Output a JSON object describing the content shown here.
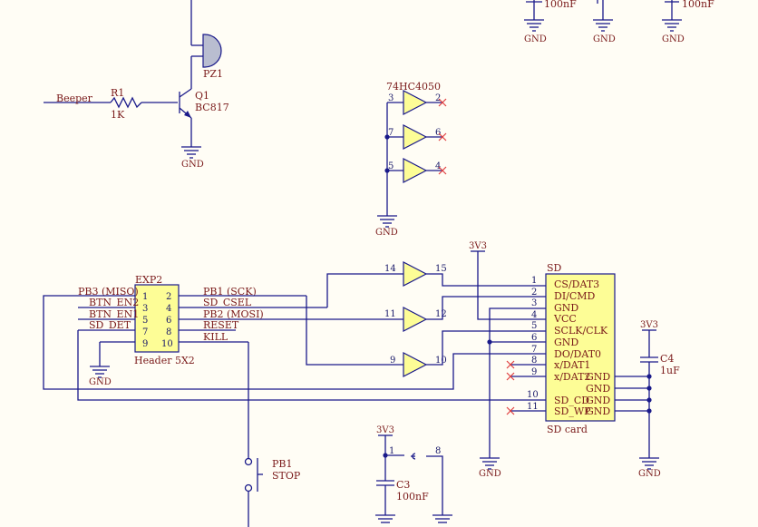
{
  "power": {
    "gnd": "GND",
    "v33": "3V3"
  },
  "top_caps": {
    "left_value": "100nF",
    "right_value": "100nF"
  },
  "beeper": {
    "net_label": "Beeper",
    "r1_ref": "R1",
    "r1_value": "1K",
    "q1_ref": "Q1",
    "q1_part": "BC817",
    "pz1_ref": "PZ1"
  },
  "buffer_block": {
    "part": "74HC4050",
    "top_gates": [
      {
        "in": "3",
        "out": "2"
      },
      {
        "in": "7",
        "out": "6"
      },
      {
        "in": "5",
        "out": "4"
      }
    ],
    "lower_gates": [
      {
        "in": "14",
        "out": "15"
      },
      {
        "in": "11",
        "out": "12"
      },
      {
        "in": "9",
        "out": "10"
      }
    ]
  },
  "exp2": {
    "ref": "EXP2",
    "part": "Header 5X2",
    "left_nets": [
      "PB3 (MISO)",
      "BTN_EN2",
      "BTN_EN1",
      "SD_DET"
    ],
    "left_pins": [
      "1",
      "3",
      "5",
      "7",
      "9"
    ],
    "right_pins": [
      "2",
      "4",
      "6",
      "8",
      "10"
    ],
    "right_nets": [
      "PB1 (SCK)",
      "SD_CSEL",
      "PB2 (MOSI)",
      "RESET",
      "KILL"
    ]
  },
  "sd": {
    "ref": "SD",
    "part": "SD card",
    "pins": [
      "1",
      "2",
      "3",
      "4",
      "5",
      "6",
      "7",
      "8",
      "9"
    ],
    "pin_names": [
      "CS/DAT3",
      "DI/CMD",
      "GND",
      "VCC",
      "SCLK/CLK",
      "GND",
      "DO/DAT0",
      "x/DAT1",
      "x/DAT2"
    ],
    "lower_pins": [
      "10",
      "11"
    ],
    "right_names": [
      "GND",
      "GND",
      "GND",
      "GND"
    ],
    "lower_names": [
      "SD_CD",
      "SD_WP"
    ]
  },
  "c4": {
    "ref": "C4",
    "value": "1uF"
  },
  "c3": {
    "ref": "C3",
    "value": "100nF"
  },
  "bottom_chip": {
    "pin_left": "1",
    "pin_right": "8"
  },
  "pb1": {
    "ref": "PB1",
    "label": "STOP"
  }
}
